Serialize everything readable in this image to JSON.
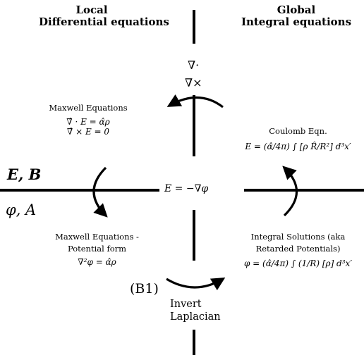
{
  "headers": {
    "left_line1": "Local",
    "left_line2": "Differential equations",
    "right_line1": "Global",
    "right_line2": "Integral equations"
  },
  "operators": {
    "divergence": "∇·",
    "curl": "∇×"
  },
  "top_left": {
    "caption": "Maxwell Equations",
    "eq1": "∇̂ · E = α̂ρ",
    "eq2": "∇̂ × E = 0"
  },
  "top_right": {
    "caption": "Coulomb Eqn.",
    "eq": "E = (α̂/4π) ∫ [ρ R̂/R²] d³x′"
  },
  "center": {
    "fields_1": "E, B",
    "fields_2": "φ, A",
    "relation": "E = −∇φ"
  },
  "bottom_left": {
    "caption_line1": "Maxwell Equations -",
    "caption_line2": "Potential form",
    "eq": "∇²φ = α̂ρ"
  },
  "bottom_right": {
    "caption_line1": "Integral Solutions (aka",
    "caption_line2": "Retarded Potentials)",
    "eq": "φ = (α̂/4π) ∫ (1/R) [ρ] d³x′"
  },
  "bottom": {
    "label": "(B1)",
    "invert_line1": "Invert",
    "invert_line2": "Laplacian"
  }
}
